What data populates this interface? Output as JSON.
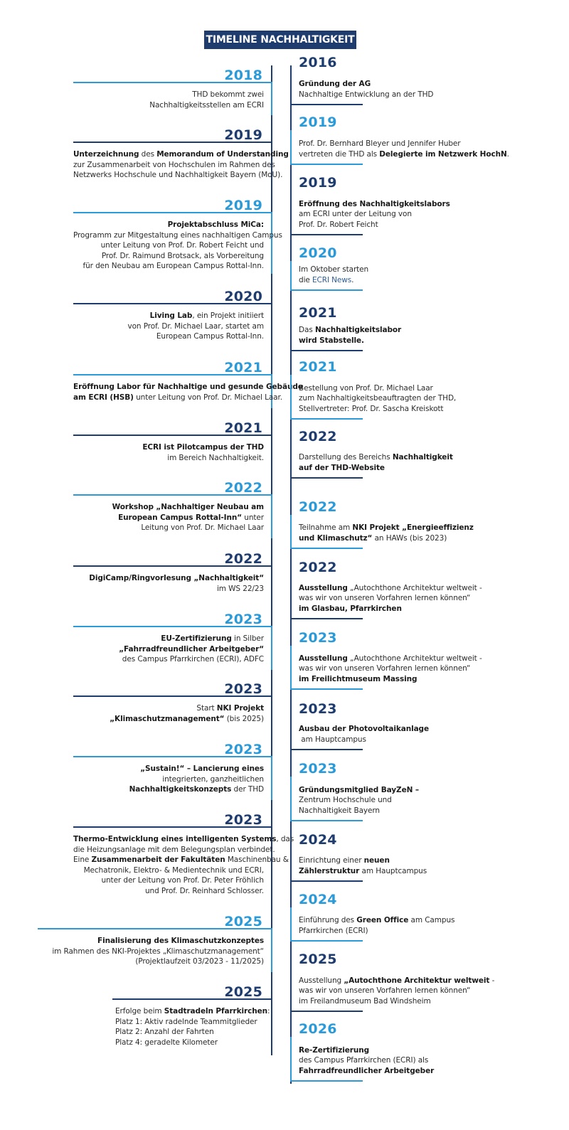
{
  "title": "TIMELINE NACHHALTIGKEIT",
  "colors": {
    "dark": "#1f3c6e",
    "light": "#2a9ad8",
    "title_bg": "#1f3c6e"
  },
  "left": [
    {
      "year": "2018",
      "color": "light",
      "segments": [
        {
          "t": "THD bekommt zwei\nNachhaltigkeitsstellen am ECRI"
        }
      ]
    },
    {
      "year": "2019",
      "color": "dark",
      "segments": [
        {
          "t": "Unterzeichnung",
          "b": true
        },
        {
          "t": " des "
        },
        {
          "t": "Memorandum of Understanding",
          "b": true
        },
        {
          "t": "\nzur Zusammenarbeit von Hochschulen im Rahmen des\nNetzwerks Hochschule und Nachhaltigkeit Bayern (MoU)."
        }
      ]
    },
    {
      "year": "2019",
      "color": "light",
      "segments": [
        {
          "t": "Projektabschluss MiCa:",
          "b": true
        },
        {
          "t": "\nProgramm zur Mitgestaltung eines nachhaltigen Campus\nunter Leitung von Prof. Dr. Robert Feicht und\nProf. Dr. Raimund Brotsack, als Vorbereitung\nfür den Neubau am European Campus Rottal-Inn."
        }
      ]
    },
    {
      "year": "2020",
      "color": "dark",
      "segments": [
        {
          "t": "Living Lab",
          "b": true
        },
        {
          "t": ", ein Projekt initiiert\nvon Prof. Dr. Michael Laar, startet am\nEuropean Campus Rottal-Inn."
        }
      ]
    },
    {
      "year": "2021",
      "color": "light",
      "segments": [
        {
          "t": "Eröffnung Labor für Nachhaltige und gesunde Gebäude\nam ECRI (HSB)",
          "b": true
        },
        {
          "t": " unter Leitung von Prof. Dr. Michael Laar."
        }
      ]
    },
    {
      "year": "2021",
      "color": "dark",
      "segments": [
        {
          "t": "ECRI ist Pilotcampus der THD",
          "b": true
        },
        {
          "t": "\nim Bereich Nachhaltigkeit."
        }
      ]
    },
    {
      "year": "2022",
      "color": "light",
      "segments": [
        {
          "t": "Workshop „Nachhaltiger Neubau am\nEuropean Campus Rottal-Inn“",
          "b": true
        },
        {
          "t": " unter\nLeitung von Prof. Dr. Michael Laar"
        }
      ]
    },
    {
      "year": "2022",
      "color": "dark",
      "segments": [
        {
          "t": "DigiCamp/Ringvorlesung „Nachhaltigkeit“",
          "b": true
        },
        {
          "t": "\nim WS 22/23"
        }
      ]
    },
    {
      "year": "2023",
      "color": "light",
      "segments": [
        {
          "t": "EU-Zertifizierung",
          "b": true
        },
        {
          "t": " in Silber\n"
        },
        {
          "t": "„Fahrradfreundlicher Arbeitgeber“",
          "b": true
        },
        {
          "t": "\ndes Campus Pfarrkirchen (ECRI), ADFC"
        }
      ]
    },
    {
      "year": "2023",
      "color": "dark",
      "segments": [
        {
          "t": "Start "
        },
        {
          "t": "NKI Projekt\n„Klimaschutzmanagement“",
          "b": true
        },
        {
          "t": " (bis 2025)"
        }
      ]
    },
    {
      "year": "2023",
      "color": "light",
      "segments": [
        {
          "t": "„Sustain!“ – Lancierung eines",
          "b": true
        },
        {
          "t": "\nintegrierten, ganzheitlichen\n"
        },
        {
          "t": "Nachhaltigkeitskonzepts",
          "b": true
        },
        {
          "t": " der THD"
        }
      ]
    },
    {
      "year": "2023",
      "color": "dark",
      "segments": [
        {
          "t": "Thermo-Entwicklung eines intelligenten Systems",
          "b": true
        },
        {
          "t": ", das\ndie Heizungsanlage mit dem Belegungsplan verbindet.\nEine "
        },
        {
          "t": "Zusammenarbeit der Fakultäten",
          "b": true
        },
        {
          "t": " Maschinenbau &\nMechatronik, Elektro- & Medientechnik und ECRI,\nunter der Leitung von Prof. Dr. Peter Fröhlich\nund Prof. Dr. Reinhard Schlosser."
        }
      ]
    },
    {
      "year": "2025",
      "color": "light",
      "segments": [
        {
          "t": "Finalisierung des Klimaschutzkonzeptes",
          "b": true
        },
        {
          "t": "\nim Rahmen des NKI-Projektes „Klimaschutzmanagement“\n(Projektlaufzeit 03/2023 - 11/2025)"
        }
      ]
    },
    {
      "year": "2025",
      "color": "dark",
      "align": "left",
      "segments": [
        {
          "t": "Erfolge beim "
        },
        {
          "t": "Stadtradeln Pfarrkirchen",
          "b": true
        },
        {
          "t": ":\nPlatz 1: Aktiv radelnde Teammitglieder\nPlatz 2: Anzahl der Fahrten\nPlatz 4: geradelte Kilometer"
        }
      ]
    }
  ],
  "right": [
    {
      "year": "2016",
      "color": "dark",
      "segments": [
        {
          "t": "Gründung der AG",
          "b": true
        },
        {
          "t": "\nNachhaltige Entwicklung an der THD"
        }
      ]
    },
    {
      "year": "2019",
      "color": "light",
      "segments": [
        {
          "t": "Prof. Dr. Bernhard Bleyer und Jennifer Huber\nvertreten die THD als "
        },
        {
          "t": "Delegierte im Netzwerk HochN",
          "b": true
        },
        {
          "t": "."
        }
      ]
    },
    {
      "year": "2019",
      "color": "dark",
      "segments": [
        {
          "t": "Eröffnung des Nachhaltigkeitslabors",
          "b": true
        },
        {
          "t": "\nam ECRI unter der Leitung von\nProf. Dr. Robert Feicht"
        }
      ]
    },
    {
      "year": "2020",
      "color": "light",
      "segments": [
        {
          "t": "Im Oktober starten\ndie "
        },
        {
          "t": "ECRI News",
          "link": true
        },
        {
          "t": "."
        }
      ]
    },
    {
      "year": "2021",
      "color": "dark",
      "segments": [
        {
          "t": "Das "
        },
        {
          "t": "Nachhaltigkeitslabor\nwird Stabstelle.",
          "b": true
        }
      ]
    },
    {
      "year": "2021",
      "color": "light",
      "segments": [
        {
          "t": "Bestellung von Prof. Dr. Michael Laar\nzum Nachhaltigkeitsbeauftragten der THD,\nStellvertreter: Prof. Dr. Sascha Kreiskott"
        }
      ]
    },
    {
      "year": "2022",
      "color": "dark",
      "segments": [
        {
          "t": "Darstellung des Bereichs "
        },
        {
          "t": "Nachhaltigkeit\nauf der THD-Website",
          "b": true
        }
      ]
    },
    {
      "year": "2022",
      "color": "light",
      "segments": [
        {
          "t": "Teilnahme am "
        },
        {
          "t": "NKI Projekt „Energieeffizienz\nund Klimaschutz“",
          "b": true
        },
        {
          "t": " an HAWs (bis 2023)"
        }
      ]
    },
    {
      "year": "2022",
      "color": "dark",
      "segments": [
        {
          "t": "Ausstellung",
          "b": true
        },
        {
          "t": " „Autochthone Architektur weltweit -\nwas wir von unseren Vorfahren lernen können“\n"
        },
        {
          "t": "im Glasbau, Pfarrkirchen",
          "b": true
        }
      ]
    },
    {
      "year": "2023",
      "color": "light",
      "segments": [
        {
          "t": "Ausstellung",
          "b": true
        },
        {
          "t": " „Autochthone Architektur weltweit -\nwas wir von unseren Vorfahren lernen können“\n"
        },
        {
          "t": "im Freilichtmuseum Massing",
          "b": true
        }
      ]
    },
    {
      "year": "2023",
      "color": "dark",
      "segments": [
        {
          "t": "Ausbau der Photovoltaikanlage",
          "b": true
        },
        {
          "t": "\n am Hauptcampus"
        }
      ]
    },
    {
      "year": "2023",
      "color": "light",
      "segments": [
        {
          "t": "Gründungsmitglied BayZeN –",
          "b": true
        },
        {
          "t": "\nZentrum Hochschule und\nNachhaltigkeit Bayern"
        }
      ]
    },
    {
      "year": "2024",
      "color": "dark",
      "segments": [
        {
          "t": "Einrichtung einer "
        },
        {
          "t": "neuen\nZählerstruktur",
          "b": true
        },
        {
          "t": " am Hauptcampus"
        }
      ]
    },
    {
      "year": "2024",
      "color": "light",
      "segments": [
        {
          "t": "Einführung des "
        },
        {
          "t": "Green Office",
          "b": true
        },
        {
          "t": " am Campus\nPfarrkirchen (ECRI)"
        }
      ]
    },
    {
      "year": "2025",
      "color": "dark",
      "segments": [
        {
          "t": "Ausstellung "
        },
        {
          "t": "„Autochthone Architektur weltweit",
          "b": true
        },
        {
          "t": " -\nwas wir von unseren Vorfahren lernen können“\nim Freilandmuseum Bad Windsheim"
        }
      ]
    },
    {
      "year": "2026",
      "color": "light",
      "segments": [
        {
          "t": "Re-Zertifizierung",
          "b": true
        },
        {
          "t": "\ndes Campus Pfarrkirchen (ECRI) als\n"
        },
        {
          "t": "Fahrradfreundlicher Arbeitgeber",
          "b": true
        }
      ]
    }
  ]
}
